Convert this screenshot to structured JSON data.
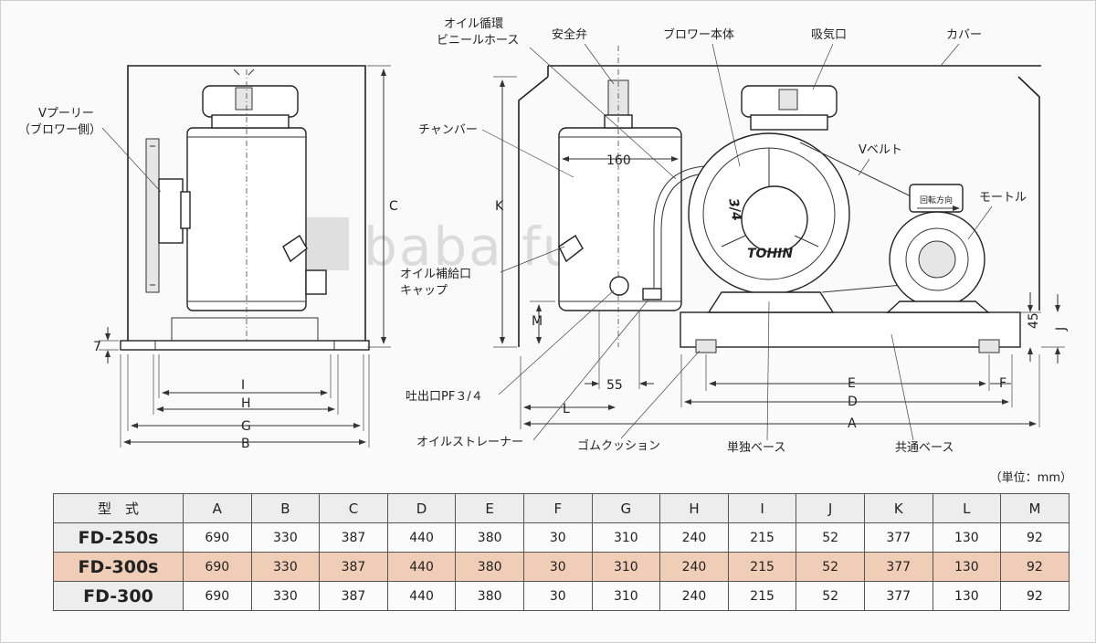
{
  "front_view": {
    "labels": {
      "v_pulley_line1": "Vプーリー",
      "v_pulley_line2": "（ブロワー側）"
    },
    "dims": {
      "C": "C",
      "I": "I",
      "H": "H",
      "G": "G",
      "B": "B",
      "seven": "7"
    }
  },
  "side_view": {
    "labels": {
      "oil_hose_line1": "オイル循環",
      "oil_hose_line2": "ビニールホース",
      "safety_valve": "安全弁",
      "blower_body": "ブロワー本体",
      "intake": "吸気口",
      "cover": "カバー",
      "chamber": "チャンバー",
      "v_belt": "Vベルト",
      "motor": "モートル",
      "rotation": "回転方向",
      "oil_cap_line1": "オイル補給口",
      "oil_cap_line2": "キャップ",
      "outlet": "吐出口PF３/４",
      "oil_strainer": "オイルストレーナー",
      "rubber_cushion": "ゴムクッション",
      "single_base": "単独ベース",
      "common_base": "共通ベース",
      "brand": "TOHIN",
      "size_mark": "3/4"
    },
    "dims": {
      "d160": "160",
      "d55": "55",
      "d45": "45",
      "K": "K",
      "M": "M",
      "J": "J",
      "L": "L",
      "E": "E",
      "F": "F",
      "D": "D",
      "A": "A"
    }
  },
  "watermark": "baba fuku",
  "unit_note": "（単位：mm）",
  "table": {
    "headers": [
      "型　式",
      "A",
      "B",
      "C",
      "D",
      "E",
      "F",
      "G",
      "H",
      "I",
      "J",
      "K",
      "L",
      "M"
    ],
    "rows": [
      {
        "model": "FD-250s",
        "values": [
          "690",
          "330",
          "387",
          "440",
          "380",
          "30",
          "310",
          "240",
          "215",
          "52",
          "377",
          "130",
          "92"
        ],
        "highlight": false
      },
      {
        "model": "FD-300s",
        "values": [
          "690",
          "330",
          "387",
          "440",
          "380",
          "30",
          "310",
          "240",
          "215",
          "52",
          "377",
          "130",
          "92"
        ],
        "highlight": true
      },
      {
        "model": "FD-300",
        "values": [
          "690",
          "330",
          "387",
          "440",
          "380",
          "30",
          "310",
          "240",
          "215",
          "52",
          "377",
          "130",
          "92"
        ],
        "highlight": false
      }
    ],
    "highlight_color": "#f0cdb6"
  }
}
